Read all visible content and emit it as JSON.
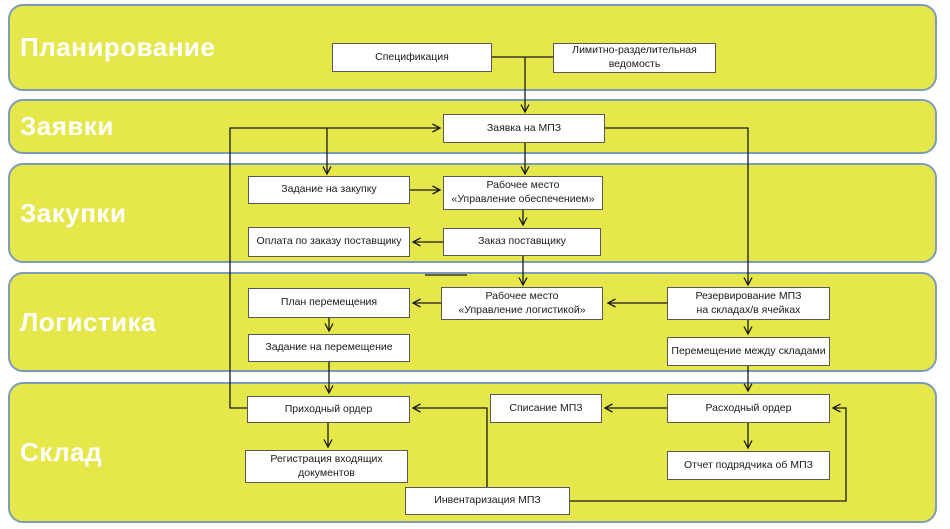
{
  "diagram": {
    "type": "swimlane-flowchart",
    "language": "ru",
    "lanes": [
      {
        "id": "planirovanie",
        "label": "Планирование"
      },
      {
        "id": "zayavki",
        "label": "Заявки"
      },
      {
        "id": "zakupki",
        "label": "Закупки"
      },
      {
        "id": "logistika",
        "label": "Логистика"
      },
      {
        "id": "sklad",
        "label": "Склад"
      }
    ],
    "nodes": [
      {
        "id": "specifikatsiya",
        "lane": "planirovanie",
        "label": "Спецификация"
      },
      {
        "id": "limitno_razdelitelnaya_vedomost",
        "lane": "planirovanie",
        "label": "Лимитно-разделительная\nведомость"
      },
      {
        "id": "zayavka_na_mpz",
        "lane": "zayavki",
        "label": "Заявка на МПЗ"
      },
      {
        "id": "zadanie_na_zakupku",
        "lane": "zakupki",
        "label": "Задание на закупку"
      },
      {
        "id": "rm_upravlenie_obespecheniem",
        "lane": "zakupki",
        "label": "Рабочее место\n«Управление обеспечением»"
      },
      {
        "id": "oplata_po_zakazu_postavshchiku",
        "lane": "zakupki",
        "label": "Оплата по заказу поставщику"
      },
      {
        "id": "zakaz_postavshchiku",
        "lane": "zakupki",
        "label": "Заказ поставщику"
      },
      {
        "id": "plan_peremeshcheniya",
        "lane": "logistika",
        "label": "План перемещения"
      },
      {
        "id": "rm_upravlenie_logistikoy",
        "lane": "logistika",
        "label": "Рабочее место\n«Управление логистикой»"
      },
      {
        "id": "rezervirovanie_mpz",
        "lane": "logistika",
        "label": "Резервирование МПЗ\nна складах/в ячейках"
      },
      {
        "id": "zadanie_na_peremeshchenie",
        "lane": "logistika",
        "label": "Задание на перемещение"
      },
      {
        "id": "peremeshchenie_mezhdu_skladami",
        "lane": "logistika",
        "label": "Перемещение между складами"
      },
      {
        "id": "prihodny_order",
        "lane": "sklad",
        "label": "Приходный ордер"
      },
      {
        "id": "registratsiya_vkhodyashchikh",
        "lane": "sklad",
        "label": "Регистрация входящих\nдокументов"
      },
      {
        "id": "spisanie_mpz",
        "lane": "sklad",
        "label": "Списание МПЗ"
      },
      {
        "id": "rashodny_order",
        "lane": "sklad",
        "label": "Расходный ордер"
      },
      {
        "id": "otchet_podryadchika_ob_mpz",
        "lane": "sklad",
        "label": "Отчет подрядчика об МПЗ"
      },
      {
        "id": "inventarizatsiya_mpz",
        "lane": "sklad",
        "label": "Инвентаризация МПЗ"
      }
    ],
    "edges": [
      {
        "from": "specifikatsiya",
        "to": "limitno_razdelitelnaya_vedomost",
        "directed": false
      },
      {
        "from": "specifikatsiya",
        "to": "zayavka_na_mpz",
        "directed": true
      },
      {
        "from": "zayavka_na_mpz",
        "to": "rm_upravlenie_obespecheniem",
        "directed": true
      },
      {
        "from": "zayavka_na_mpz",
        "to": "rezervirovanie_mpz",
        "directed": true
      },
      {
        "from": "prihodny_order",
        "to": "zayavka_na_mpz",
        "directed": true
      },
      {
        "from": "prihodny_order",
        "to": "zadanie_na_zakupku",
        "directed": true
      },
      {
        "from": "zadanie_na_zakupku",
        "to": "rm_upravlenie_obespecheniem",
        "directed": true
      },
      {
        "from": "rm_upravlenie_obespecheniem",
        "to": "zakaz_postavshchiku",
        "directed": true
      },
      {
        "from": "zakaz_postavshchiku",
        "to": "oplata_po_zakazu_postavshchiku",
        "directed": true
      },
      {
        "from": "zakaz_postavshchiku",
        "to": "rm_upravlenie_logistikoy",
        "directed": true
      },
      {
        "from": "rezervirovanie_mpz",
        "to": "rm_upravlenie_logistikoy",
        "directed": true
      },
      {
        "from": "rm_upravlenie_logistikoy",
        "to": "plan_peremeshcheniya",
        "directed": true
      },
      {
        "from": "plan_peremeshcheniya",
        "to": "zadanie_na_peremeshchenie",
        "directed": true
      },
      {
        "from": "zadanie_na_peremeshchenie",
        "to": "prihodny_order",
        "directed": true
      },
      {
        "from": "rezervirovanie_mpz",
        "to": "peremeshchenie_mezhdu_skladami",
        "directed": true
      },
      {
        "from": "peremeshchenie_mezhdu_skladami",
        "to": "rashodny_order",
        "directed": true
      },
      {
        "from": "rashodny_order",
        "to": "spisanie_mpz",
        "directed": true
      },
      {
        "from": "rashodny_order",
        "to": "otchet_podryadchika_ob_mpz",
        "directed": true
      },
      {
        "from": "prihodny_order",
        "to": "registratsiya_vkhodyashchikh",
        "directed": true
      },
      {
        "from": "inventarizatsiya_mpz",
        "to": "prihodny_order",
        "directed": true
      },
      {
        "from": "inventarizatsiya_mpz",
        "to": "rashodny_order",
        "directed": true
      }
    ]
  },
  "colors": {
    "lane_fill": "#e5e74b",
    "lane_border": "#7d9cb7",
    "box_fill": "#ffffff",
    "box_border": "#595959",
    "connector": "#1a1a1a",
    "lane_label": "#ffffff",
    "box_text": "#1a1a1a"
  }
}
